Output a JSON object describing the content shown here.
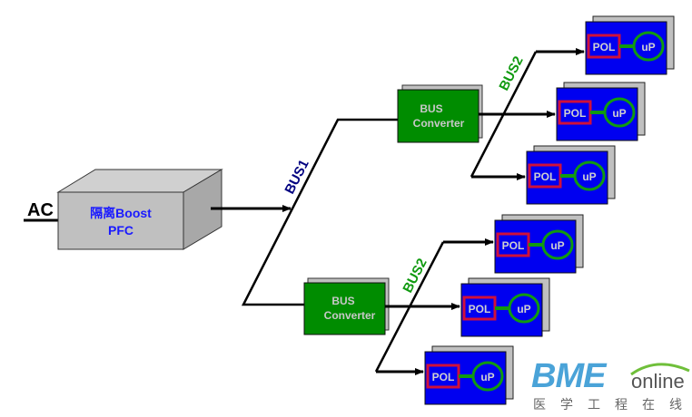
{
  "diagram": {
    "input_label": "AC",
    "pfc": {
      "line1": "隔离Boost",
      "line2": "PFC",
      "text_color": "#1a1aff",
      "fill": "#c0c0c0"
    },
    "bus1_label": "BUS1",
    "converters": [
      {
        "line1": "BUS",
        "line2": "Converter"
      },
      {
        "line1": "BUS",
        "line2": "Converter"
      }
    ],
    "bus2_labels": [
      "BUS2",
      "BUS2"
    ],
    "pol_modules": [
      {
        "pol": "POL",
        "up": "uP"
      },
      {
        "pol": "POL",
        "up": "uP"
      },
      {
        "pol": "POL",
        "up": "uP"
      },
      {
        "pol": "POL",
        "up": "uP"
      },
      {
        "pol": "POL",
        "up": "uP"
      },
      {
        "pol": "POL",
        "up": "uP"
      }
    ],
    "colors": {
      "converter_fill": "#008c00",
      "converter_text": "#c8c8c8",
      "pol_fill": "#0000f0",
      "pol_border": "#d0103a",
      "up_ring": "#109a10",
      "pol_text": "#d0d0d0",
      "bus2_text": "#109a10",
      "bus1_text": "#000080"
    }
  },
  "logo": {
    "brand": "BME",
    "suffix": "online",
    "tagline": "医学工程在线"
  }
}
